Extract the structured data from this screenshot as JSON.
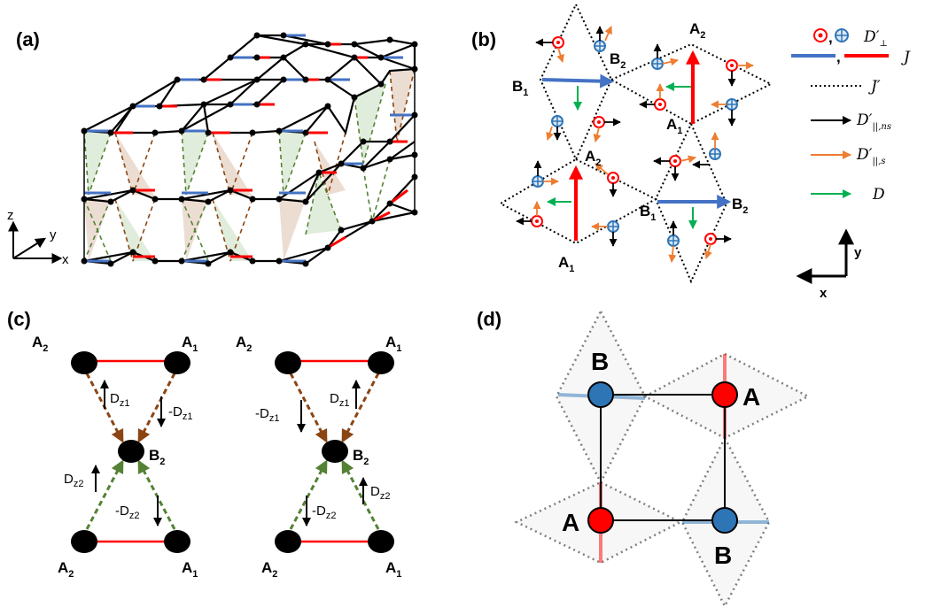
{
  "panels": {
    "a": {
      "label": "(a)",
      "axes": {
        "z": "z",
        "y": "y",
        "x": "x"
      }
    },
    "b": {
      "label": "(b)",
      "sites": {
        "a1": "A",
        "a1_sub": "1",
        "a2": "A",
        "a2_sub": "2",
        "b1": "B",
        "b1_sub": "1",
        "b2": "B",
        "b2_sub": "2"
      },
      "legend": {
        "dperp": "D′",
        "dperp_sub": "⊥",
        "j": "J",
        "jprime": "J′",
        "dpar_ns": "D′",
        "dpar_ns_sub": "||,ns",
        "dpar_s": "D′",
        "dpar_s_sub": "||,s",
        "d": "D"
      },
      "axes": {
        "y": "y",
        "x": "x"
      }
    },
    "c": {
      "label": "(c)",
      "left": {
        "a2": "A",
        "a2_sub": "2",
        "a1": "A",
        "a1_sub": "1",
        "b2": "B",
        "b2_sub": "2",
        "dz1_up": "D",
        "dz1_up_sub": "z1",
        "dz1_down": "-D",
        "dz1_down_sub": "z1",
        "dz2_up": "D",
        "dz2_up_sub": "z2",
        "dz2_down": "-D",
        "dz2_down_sub": "z2"
      },
      "right": {
        "a2": "A",
        "a2_sub": "2",
        "a1": "A",
        "a1_sub": "1",
        "b2": "B",
        "b2_sub": "2",
        "dz1_down": "-D",
        "dz1_down_sub": "z1",
        "dz1_up": "D",
        "dz1_up_sub": "z1",
        "dz2_down": "-D",
        "dz2_down_sub": "z2",
        "dz2_up": "D",
        "dz2_up_sub": "z2"
      }
    },
    "d": {
      "label": "(d)",
      "b_top": "B",
      "a_top": "A",
      "a_bottom": "A",
      "b_bottom": "B"
    }
  },
  "colors": {
    "blue_bond": "#4472c4",
    "red_bond": "#ff0000",
    "orange": "#ed7d31",
    "green": "#00b050",
    "brown": "#8b4513",
    "green_dash": "#548235",
    "site_red": "#ff0000",
    "site_blue": "#2e75b6"
  }
}
